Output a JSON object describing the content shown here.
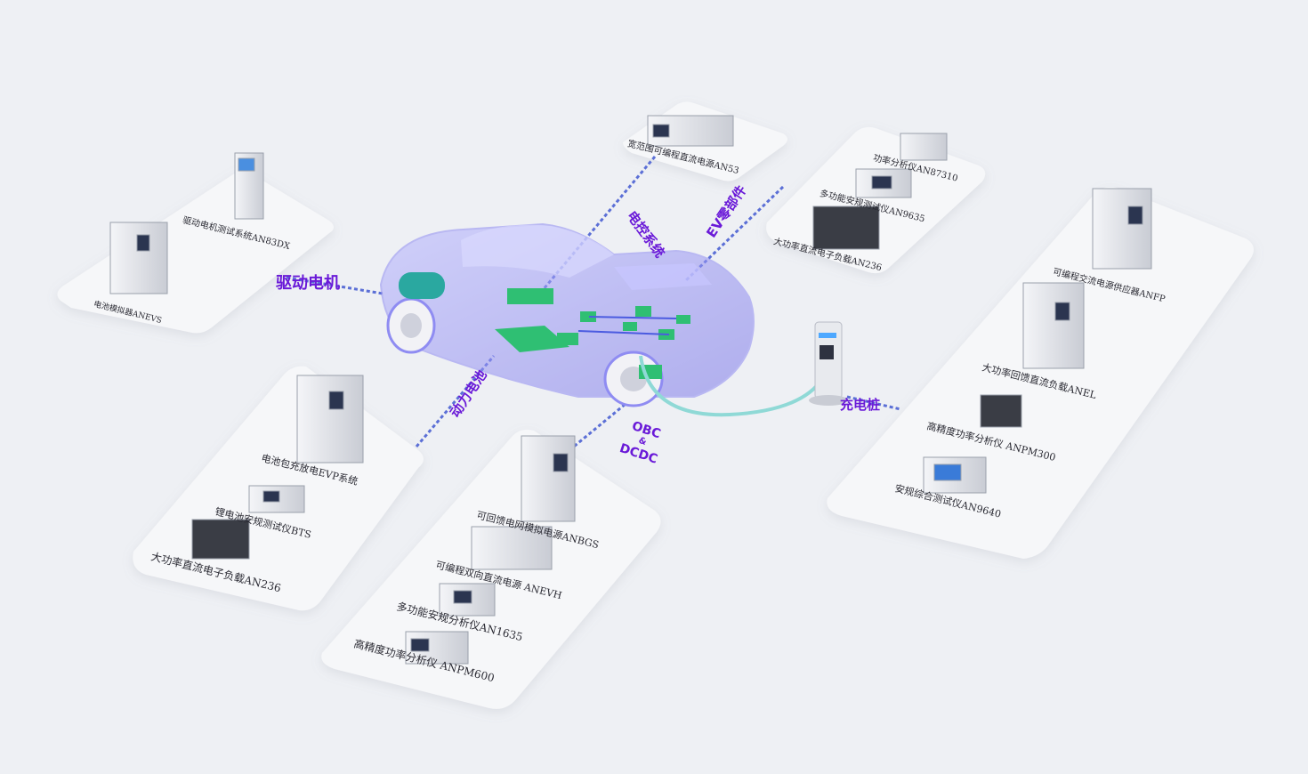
{
  "colors": {
    "background": "#eef0f4",
    "accent": "#6a1ad8",
    "car": "#8f8cf2",
    "module": "#2fbf73",
    "cable": "#8fd9d6"
  },
  "systems": {
    "electronic_control": "电控系统",
    "ev_parts": "EV零部件",
    "drive_motor": "驱动电机",
    "power_battery": "动力电池",
    "obc_a": "OBC",
    "obc_amp": "&",
    "obc_b": "DCDC",
    "charging_pile": "充电桩"
  },
  "equipment": {
    "top_center": [
      "宽范围可编程直流电源AN53"
    ],
    "ev_parts": [
      "功率分析仪AN87310",
      "多功能安规测试仪AN9635",
      "大功率直流电子负载AN236"
    ],
    "drive_motor": [
      "驱动电机测试系统AN83DX",
      "电池模拟器ANEVS"
    ],
    "right": [
      "可编程交流电源供应器ANFP",
      "大功率回馈直流负载ANEL",
      "高精度功率分析仪 ANPM300",
      "安规综合测试仪AN9640"
    ],
    "battery": [
      "电池包充放电EVP系统",
      "锂电池安规测试仪BTS",
      "大功率直流电子负载AN236"
    ],
    "obc": [
      "可回馈电网模拟电源ANBGS",
      "可编程双向直流电源 ANEVH",
      "多功能安规分析仪AN1635",
      "高精度功率分析仪 ANPM600"
    ]
  }
}
